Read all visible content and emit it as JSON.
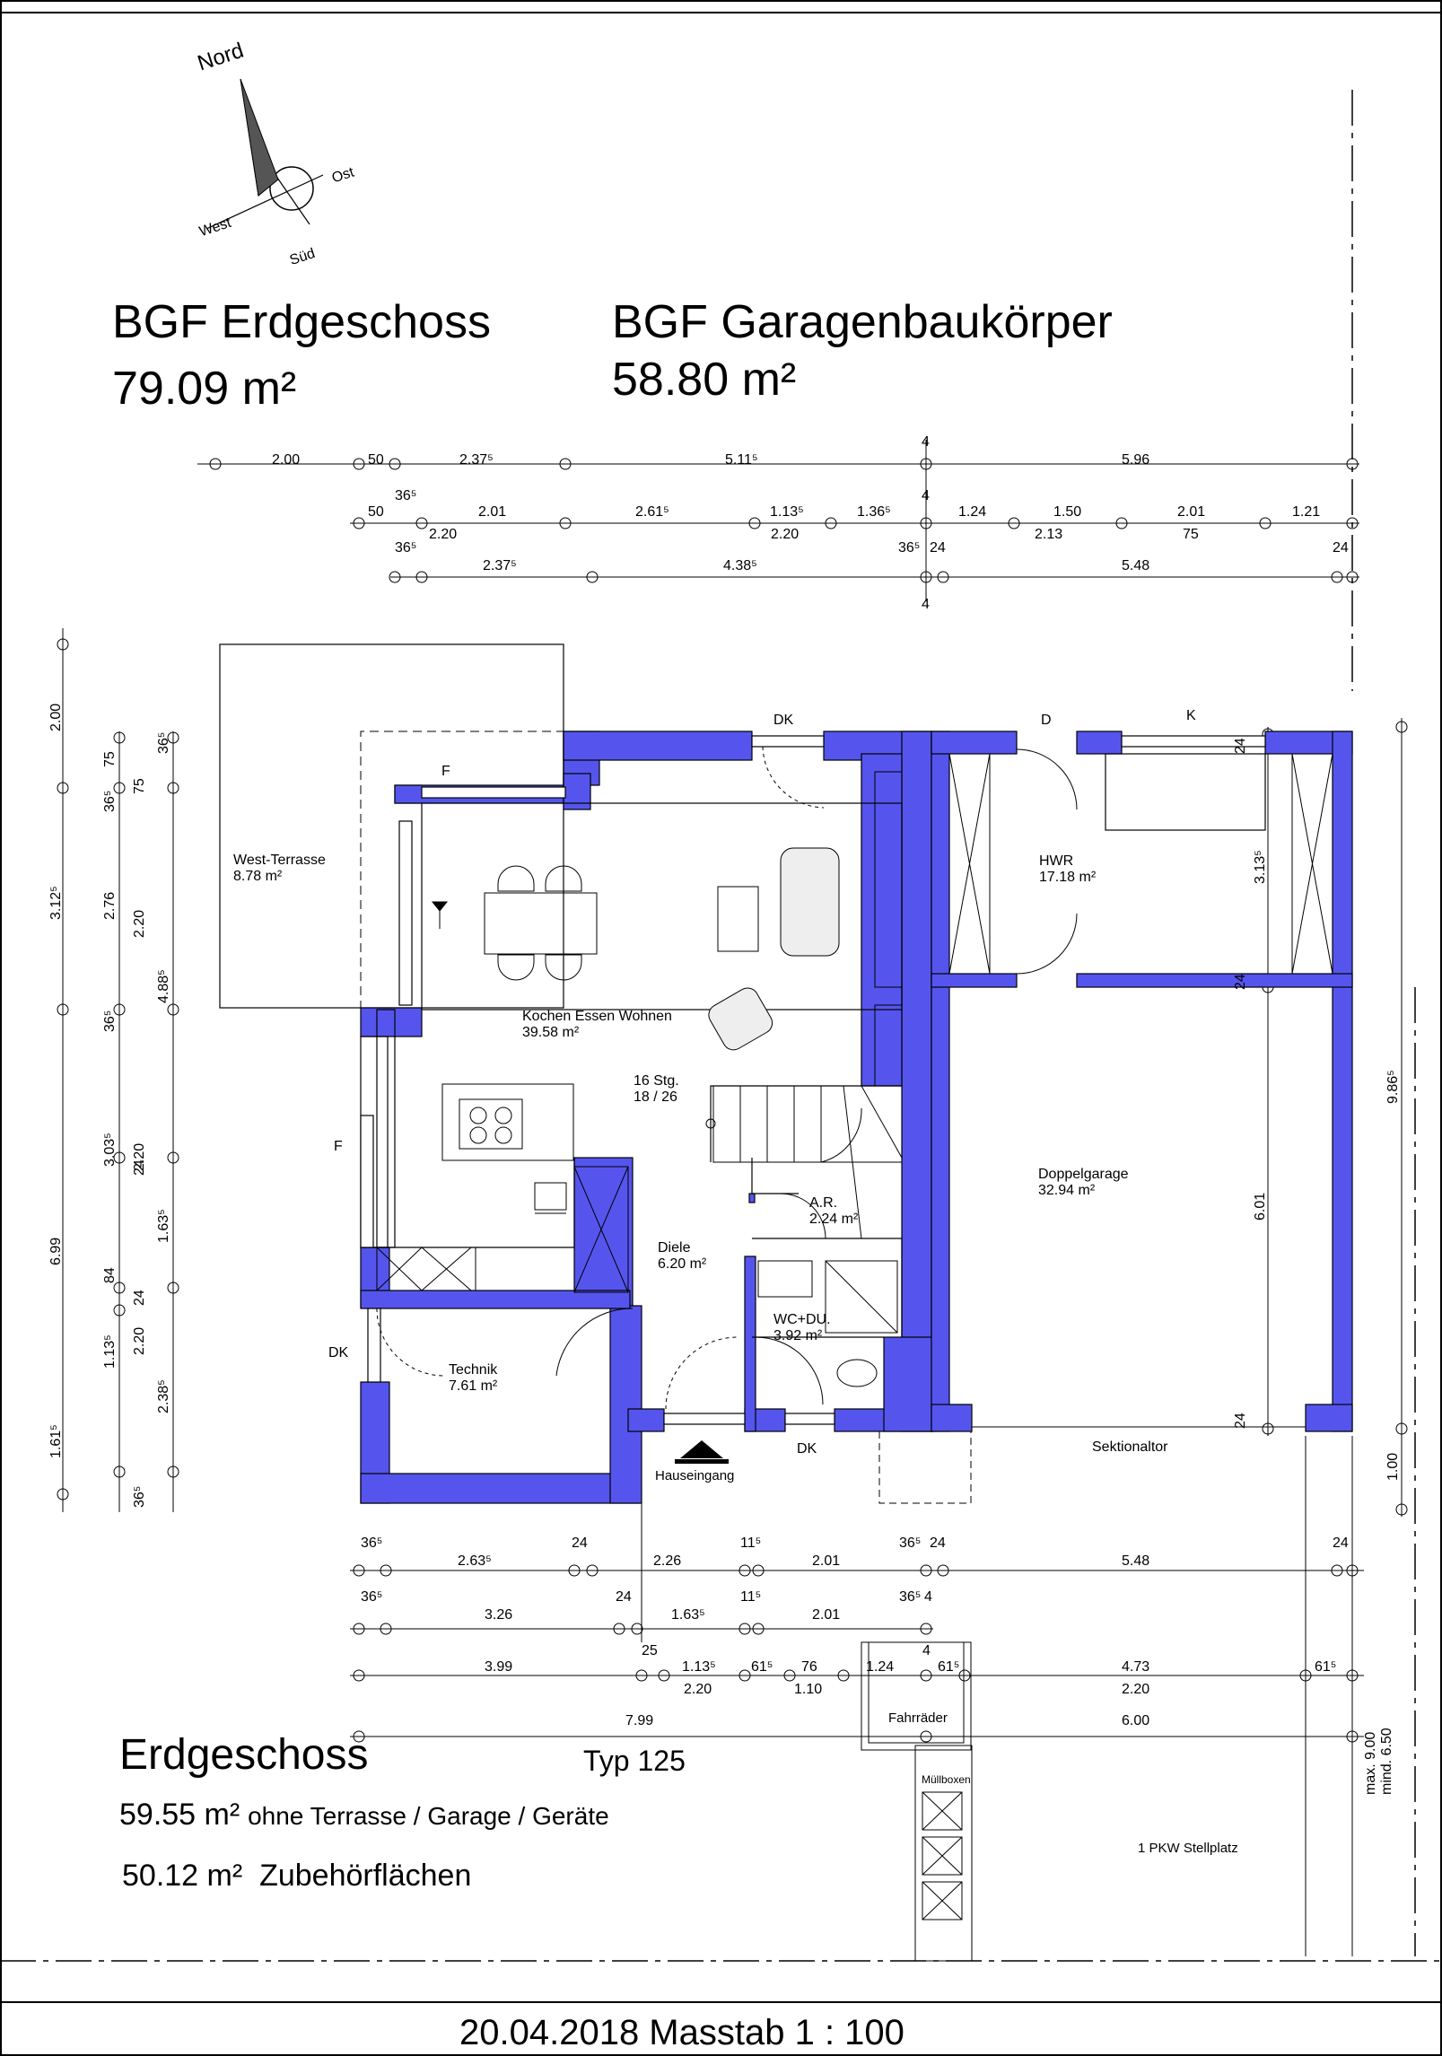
{
  "compass": {
    "north": "Nord",
    "east": "Ost",
    "west": "West",
    "south": "Süd"
  },
  "bgf": {
    "erdgeschoss_label": "BGF Erdgeschoss",
    "erdgeschoss_value": "79.09 m²",
    "garage_label": "BGF Garagenbaukörper",
    "garage_value": "58.80 m²"
  },
  "rooms": {
    "west_terrace": {
      "name": "West-Terrasse",
      "area": "8.78 m²"
    },
    "kochen": {
      "name": "Kochen Essen Wohnen",
      "area": "39.58 m²"
    },
    "stairs": {
      "line1": "16 Stg.",
      "line2": "18 / 26"
    },
    "ar": {
      "name": "A.R.",
      "area": "2.24 m²"
    },
    "diele": {
      "name": "Diele",
      "area": "6.20 m²"
    },
    "wc": {
      "name": "WC+DU.",
      "area": "3.92 m²"
    },
    "technik": {
      "name": "Technik",
      "area": "7.61 m²"
    },
    "hwr": {
      "name": "HWR",
      "area": "17.18 m²"
    },
    "garage": {
      "name": "Doppelgarage",
      "area": "32.94 m²"
    }
  },
  "labels": {
    "dk_top": "DK",
    "d_top": "D",
    "k_top": "K",
    "f_upper": "F",
    "f_west": "F",
    "dk_west": "DK",
    "dk_bottom": "DK",
    "sektionaltor": "Sektionaltor",
    "hauseingang": "Hauseingang",
    "fahrraeder": "Fahrräder",
    "muellboxen": "Müllboxen",
    "stellplatz": "1 PKW Stellplatz",
    "max": "max. 9.00",
    "mind": "mind. 6.50"
  },
  "dims_top": {
    "r1": [
      "2.00",
      "50",
      "2.37⁵",
      "5.11⁵",
      "5.96"
    ],
    "r2": [
      "50",
      "2.01",
      "2.61⁵",
      "1.13⁵",
      "1.36⁵",
      "1.24",
      "1.50",
      "2.01",
      "1.21"
    ],
    "r2b": [
      "36⁵",
      "2.20",
      "2.20",
      "2.13",
      "75"
    ],
    "r3": [
      "36⁵",
      "2.37⁵",
      "4.38⁵",
      "36⁵",
      "24",
      "5.48",
      "24"
    ],
    "marks": [
      "4",
      "4",
      "4"
    ]
  },
  "dims_bottom": {
    "r1": [
      "36⁵",
      "2.63⁵",
      "24",
      "2.26",
      "11⁵",
      "2.01",
      "36⁵",
      "24",
      "5.48",
      "24"
    ],
    "r2": [
      "36⁵",
      "3.26",
      "24",
      "1.63⁵",
      "11⁵",
      "2.01",
      "36⁵",
      "4"
    ],
    "r3": [
      "25",
      "3.99",
      "1.13⁵",
      "61⁵",
      "76",
      "1.24",
      "61⁵",
      "4.73",
      "61⁵",
      "4"
    ],
    "r3b": [
      "2.20",
      "1.10",
      "2.20"
    ],
    "r4": [
      "7.99",
      "6.00"
    ]
  },
  "dims_left": {
    "outer": [
      "2.00",
      "3.12⁵",
      "6.99",
      "1.61⁵"
    ],
    "inner": [
      "36⁵",
      "2.76",
      "36⁵",
      "3.03⁵",
      "84",
      "1.13⁵",
      "36⁵"
    ],
    "inner2": [
      "75",
      "2.20",
      "2.20",
      "24",
      "24",
      "2.20",
      "2.38⁵"
    ],
    "third": [
      "36⁵",
      "75",
      "4.88⁵",
      "1.63⁵"
    ]
  },
  "dims_right": {
    "a": "9.86⁵",
    "b": "1.00",
    "c": "3.13⁵",
    "d": "6.01",
    "e": [
      "24",
      "24",
      "24"
    ]
  },
  "summary": {
    "title": "Erdgeschoss",
    "type": "Typ 125",
    "area1": "59.55 m²",
    "area1_note": "ohne Terrasse / Garage / Geräte",
    "area2": "50.12 m²",
    "area2_note": "Zubehörflächen"
  },
  "footer": "20.04.2018 Masstab  1 : 100",
  "colors": {
    "wall": "#5555ee",
    "line": "#000000"
  }
}
